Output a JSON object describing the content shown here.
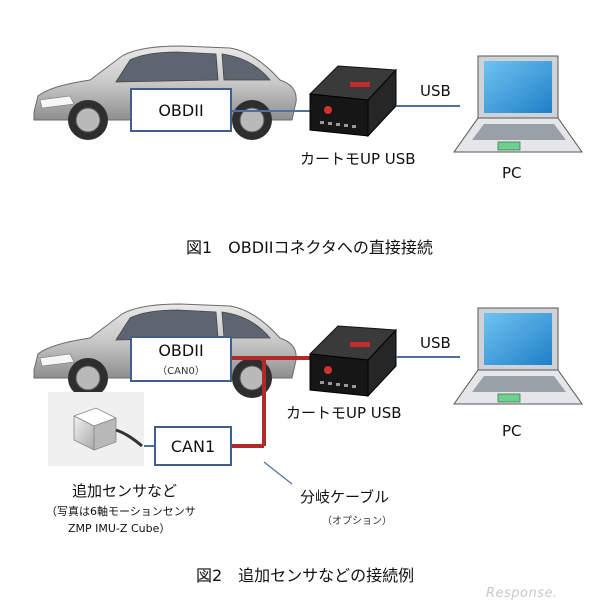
{
  "figure1": {
    "obd_label": "OBDII",
    "device_label": "カートモUP USB",
    "usb_label": "USB",
    "pc_label": "PC",
    "caption": "図1　OBDIIコネクタへの直接接続"
  },
  "figure2": {
    "obd_label": "OBDII",
    "obd_sublabel": "（CAN0）",
    "can1_label": "CAN1",
    "device_label": "カートモUP USB",
    "usb_label": "USB",
    "pc_label": "PC",
    "sensor_label": "追加センサなど",
    "sensor_note_1": "（写真は6軸モーションセンサ",
    "sensor_note_2": "ZMP IMU-Z Cube）",
    "cable_label": "分岐ケーブル",
    "cable_note": "（オプション）",
    "caption": "図2　追加センサなどの接続例"
  },
  "watermark": "Response.",
  "colors": {
    "box_border": "#3f5f8f",
    "blue_line": "#4f6fa0",
    "red_cable": "#b02a2a"
  }
}
